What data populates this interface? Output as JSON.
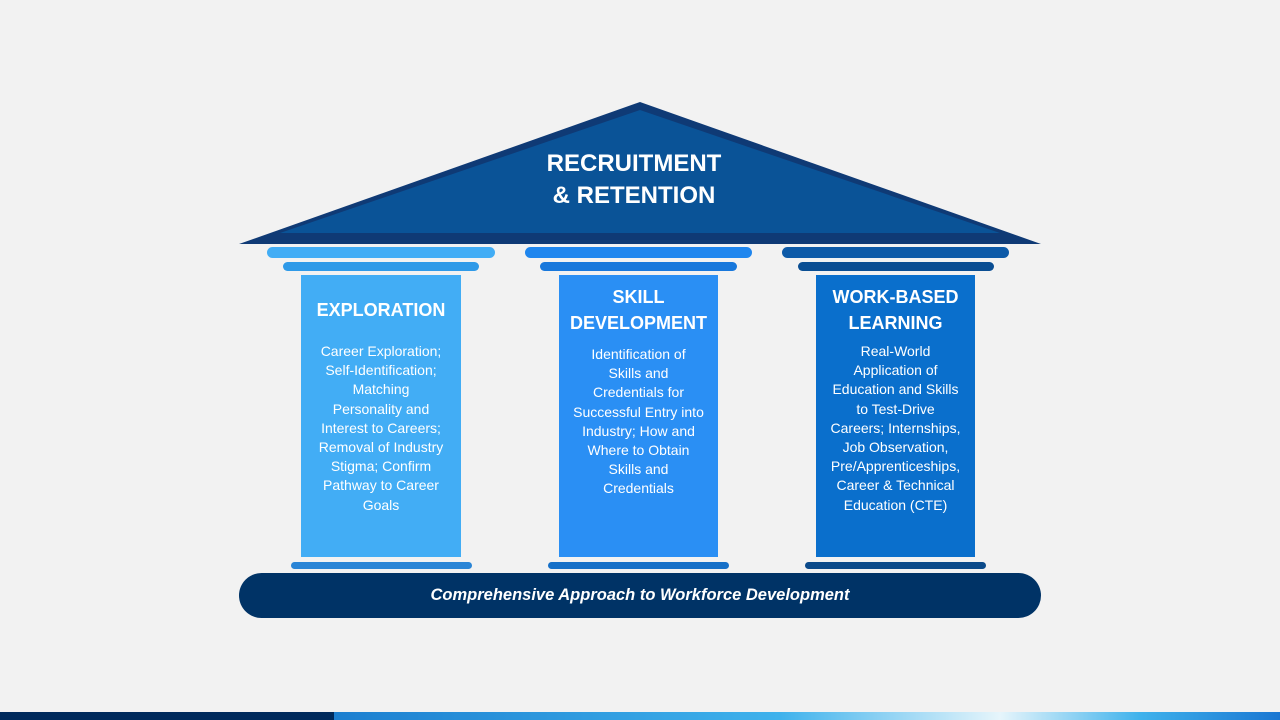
{
  "roof": {
    "title_line1": "RECRUITMENT",
    "title_line2": "& RETENTION",
    "color_outer": "#0f3a75",
    "color_inner": "#0a5397"
  },
  "pillars": [
    {
      "title_lines": [
        "EXPLORATION"
      ],
      "body_lines": [
        "Career Exploration;",
        "Self-Identification;",
        "Matching",
        "Personality and",
        "Interest to Careers;",
        "Removal of Industry",
        "Stigma; Confirm",
        "Pathway to Career",
        "Goals"
      ],
      "color": "#42adf5",
      "cap_color": "#3aa4ef"
    },
    {
      "title_lines": [
        "SKILL",
        "DEVELOPMENT"
      ],
      "body_lines": [
        "Identification of",
        "Skills and",
        "Credentials for",
        "Successful Entry into",
        "Industry; How and",
        "Where to Obtain",
        "Skills and",
        "Credentials"
      ],
      "color": "#2a8ff4",
      "cap_color": "#1f86ee"
    },
    {
      "title_lines": [
        "WORK-BASED",
        "LEARNING"
      ],
      "body_lines": [
        "Real-World",
        "Application of",
        "Education and Skills",
        "to Test-Drive",
        "Careers; Internships,",
        "Job Observation,",
        "Pre/Apprenticeships,",
        "Career & Technical",
        "Education (CTE)"
      ],
      "color": "#0a6fcc",
      "cap_color": "#0a5aa8"
    }
  ],
  "foundation": {
    "label": "Comprehensive Approach to Workforce Development",
    "color": "#003366"
  }
}
